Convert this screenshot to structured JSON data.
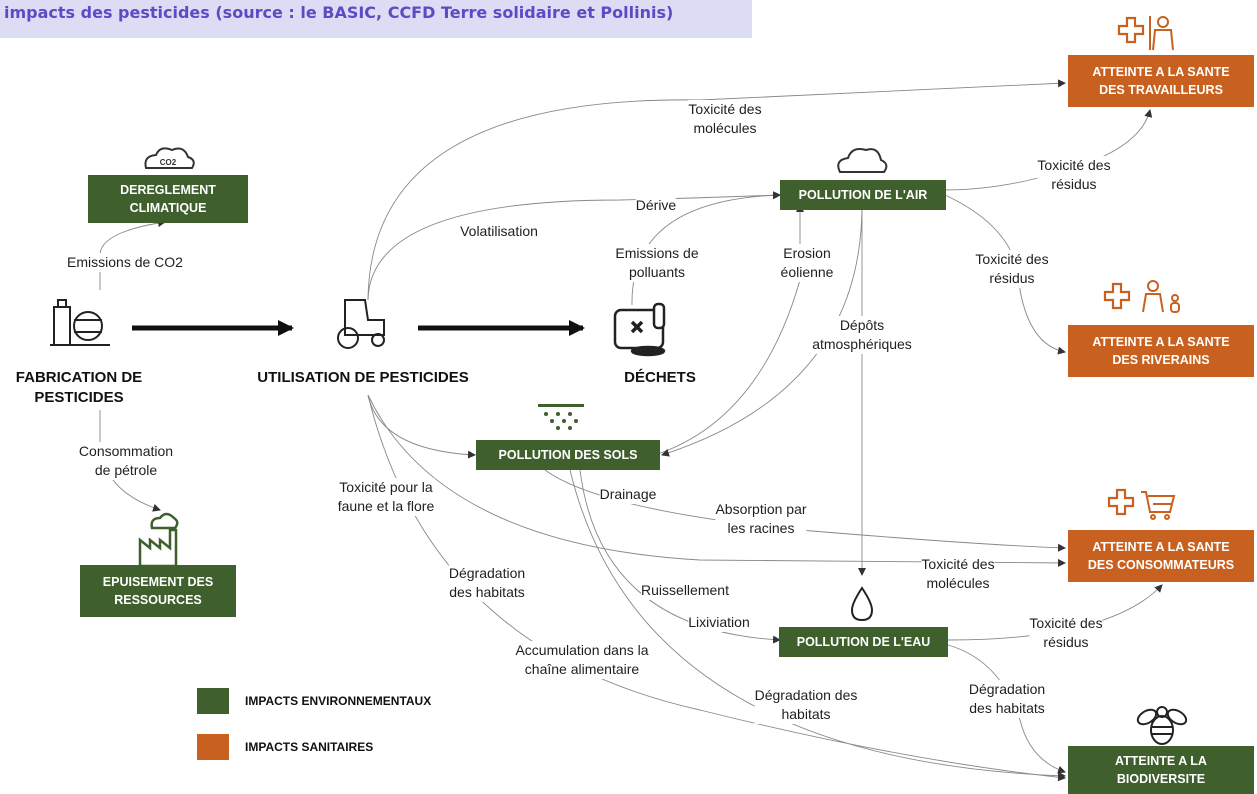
{
  "header": {
    "title": "impacts des pesticides (source : le BASIC, CCFD Terre solidaire et Pollinis)"
  },
  "colors": {
    "environment": "#3f5f2d",
    "health": "#c8611f",
    "header_bg": "#dcdcf4",
    "header_text": "#5b4bc4"
  },
  "main": {
    "fabrication": "FABRICATION DE\nPESTICIDES",
    "utilisation": "UTILISATION DE PESTICIDES",
    "dechets": "DÉCHETS"
  },
  "boxes": {
    "dereglement": "DEREGLEMENT\nCLIMATIQUE",
    "epuisement": "EPUISEMENT DES\nRESSOURCES",
    "pollution_air": "POLLUTION DE L'AIR",
    "pollution_sols": "POLLUTION DES SOLS",
    "pollution_eau": "POLLUTION DE L'EAU",
    "sante_travailleurs": "ATTEINTE A LA SANTE\nDES TRAVAILLEURS",
    "sante_riverains": "ATTEINTE A LA SANTE\nDES RIVERAINS",
    "sante_consommateurs": "ATTEINTE A LA SANTE\nDES CONSOMMATEURS",
    "biodiversite": "ATTEINTE A LA\nBIODIVERSITE"
  },
  "labels": {
    "emissions_co2": "Emissions de CO2",
    "consommation_petrole": "Consommation\nde pétrole",
    "toxicite_molecules_top": "Toxicité des\nmolécules",
    "derive": "Dérive",
    "volatilisation": "Volatilisation",
    "emissions_polluants": "Emissions de\npolluants",
    "erosion_eolienne": "Erosion\néolienne",
    "toxicite_residus_travailleurs": "Toxicité des\nrésidus",
    "toxicite_residus_riverains": "Toxicité des\nrésidus",
    "depots_atmospheriques": "Dépôts\natmosphériques",
    "toxicite_faune_flore": "Toxicité pour la\nfaune et la flore",
    "drainage": "Drainage",
    "absorption_racines": "Absorption par\nles racines",
    "toxicite_molecules_conso": "Toxicité des\nmolécules",
    "degradation_habitats_left": "Dégradation\ndes habitats",
    "ruissellement": "Ruissellement",
    "lixiviation": "Lixiviation",
    "toxicite_residus_eau": "Toxicité des\nrésidus",
    "accumulation": "Accumulation dans la\nchaîne alimentaire",
    "degradation_habitats_mid": "Dégradation des\nhabitats",
    "degradation_habitats_right": "Dégradation\ndes habitats"
  },
  "legend": {
    "environment": "IMPACTS ENVIRONNEMENTAUX",
    "health": "IMPACTS SANITAIRES"
  },
  "icons": {
    "co2": "CO2",
    "cloud": "cloud-icon",
    "factory": "factory-icon",
    "tractor": "tractor-icon",
    "waste": "waste-barrel-icon",
    "drop": "water-drop-icon",
    "bee": "bee-icon",
    "health_cross": "health-cross-icon",
    "farmer": "farmer-icon",
    "family": "family-icon",
    "cart": "shopping-cart-icon",
    "sprinkler": "spray-icon"
  }
}
